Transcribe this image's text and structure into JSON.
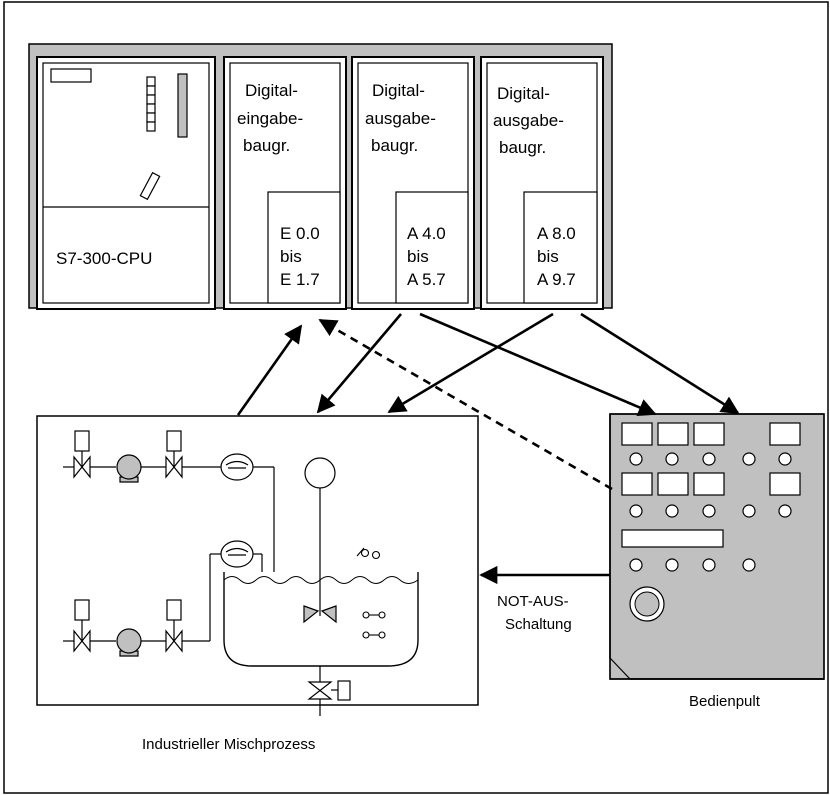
{
  "modules": {
    "cpu": {
      "label": "S7-300-CPU"
    },
    "di": {
      "title_lines": [
        "Digital-",
        "eingabe-",
        "baugr."
      ],
      "range_lines": [
        "E 0.0",
        "bis",
        "E 1.7"
      ]
    },
    "do1": {
      "title_lines": [
        "Digital-",
        "ausgabe-",
        "baugr."
      ],
      "range_lines": [
        "A 4.0",
        "bis",
        "A 5.7"
      ]
    },
    "do2": {
      "title_lines": [
        "Digital-",
        "ausgabe-",
        "baugr."
      ],
      "range_lines": [
        "A 8.0",
        "bis",
        "A 9.7"
      ]
    }
  },
  "process": {
    "caption": "Industrieller Mischprozess"
  },
  "panel": {
    "caption": "Bedienpult"
  },
  "emergency": {
    "label_lines": [
      "NOT-AUS-",
      "Schaltung"
    ]
  },
  "colors": {
    "line": "#000000",
    "rack": "#c0c0c0",
    "module_fill": "#ffffff"
  }
}
